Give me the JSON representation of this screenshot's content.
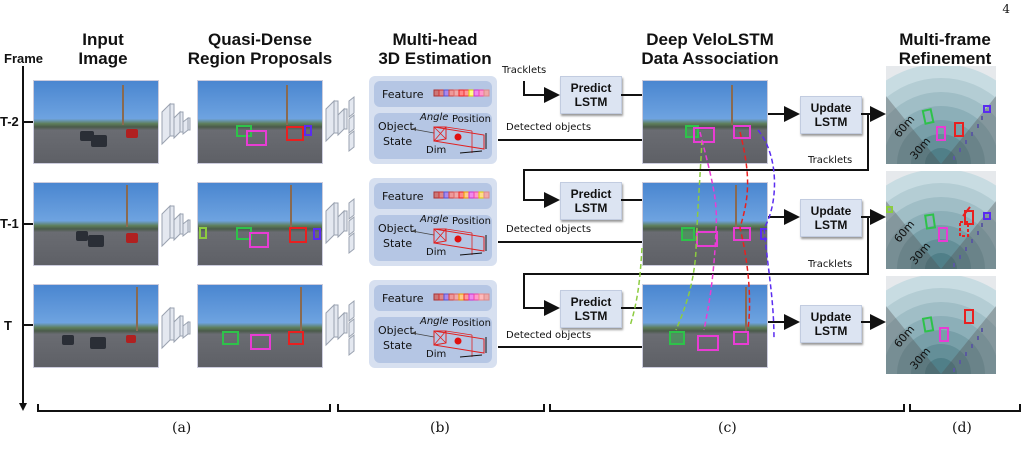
{
  "page_number": "4",
  "column_titles": {
    "input_image": [
      "Input",
      "Image"
    ],
    "region_proposals": [
      "Quasi-Dense",
      "Region Proposals"
    ],
    "estimation": [
      "Multi-head",
      "3D Estimation"
    ],
    "association": [
      "Deep VeloLSTM",
      "Data Association"
    ],
    "refinement": [
      "Multi-frame",
      "Refinement"
    ]
  },
  "frame_axis": {
    "title": "Frame",
    "frames": [
      "T-2",
      "T-1",
      "T"
    ]
  },
  "estimation_panel": {
    "feature_label": "Feature",
    "object_state_label": [
      "Object",
      "State"
    ],
    "angle_label": "Angle",
    "position_label": "Position",
    "dim_label": "Dim"
  },
  "association": {
    "predict_lstm_label": [
      "Predict",
      "LSTM"
    ],
    "update_lstm_label": [
      "Update",
      "LSTM"
    ],
    "tracklets_label": "Tracklets",
    "detected_objects_label": "Detected objects"
  },
  "bev": {
    "range_labels": [
      "60m",
      "30m"
    ]
  },
  "track_colors": {
    "green": "#2ec24a",
    "magenta": "#e83cd4",
    "red": "#e82020",
    "blue": "#5a2cf0",
    "lime": "#8ccc40"
  },
  "sections": [
    "(a)",
    "(b)",
    "(c)",
    "(d)"
  ]
}
